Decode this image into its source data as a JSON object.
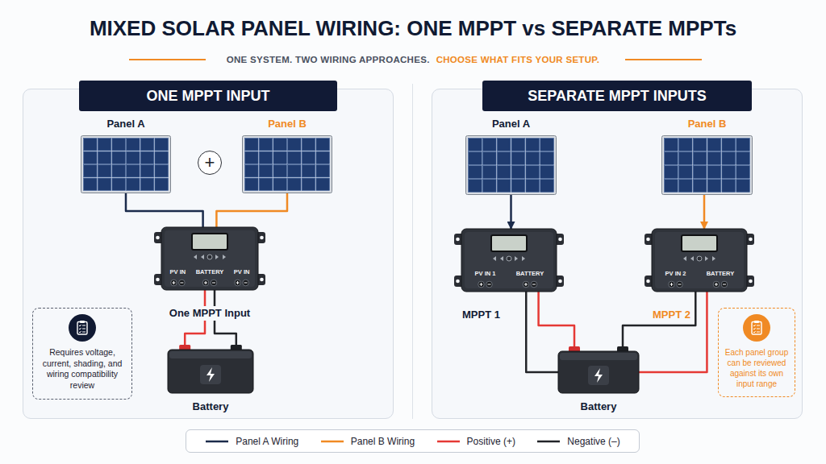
{
  "diagram": {
    "title": "MIXED SOLAR PANEL WIRING: ONE MPPT vs SEPARATE MPPTs",
    "caption": "ONE SYSTEM. TWO WIRING APPROACHES.",
    "nodes": [
      {
        "text": [
          "ONE MPPT INPUT"
        ]
      },
      {
        "text": [
          "Panel A"
        ],
        "in": 0
      },
      {
        "text": [
          "+"
        ],
        "in": 0
      },
      {
        "text": [
          "Panel B"
        ],
        "in": 0
      },
      {
        "text": [
          "PV IN",
          "BATTERY",
          "PV IN",
          "One MPPT Input"
        ],
        "in": 0
      },
      {
        "text": [
          "Requires voltage, current, shading, and wiring compatibility review"
        ],
        "in": 0
      },
      {
        "text": [
          "Battery"
        ],
        "in": 0
      },
      {
        "text": [
          "SEPARATE MPPT INPUTS"
        ]
      },
      {
        "text": [
          "Panel A"
        ],
        "in": 7
      },
      {
        "text": [
          "Panel B"
        ],
        "in": 7
      },
      {
        "text": [
          "PV IN 1",
          "BATTERY",
          "MPPT 1"
        ],
        "in": 7
      },
      {
        "text": [
          "PV IN 2",
          "BATTERY",
          "MPPT 2"
        ],
        "in": 7
      },
      {
        "text": [
          "Battery"
        ],
        "in": 7
      },
      {
        "text": [
          "Each panel group can be reviewed against its own input range"
        ],
        "in": 7
      }
    ],
    "edges": [
      {
        "from": 1,
        "to": 4,
        "arrow": "none"
      },
      {
        "from": 3,
        "to": 4,
        "arrow": "none"
      },
      {
        "from": 4,
        "to": 6,
        "arrow": "none"
      },
      {
        "from": 4,
        "to": 6,
        "arrow": "none"
      },
      {
        "from": 8,
        "to": 10,
        "arrow": "to"
      },
      {
        "from": 9,
        "to": 11,
        "arrow": "to"
      },
      {
        "from": 10,
        "to": 12,
        "arrow": "none"
      },
      {
        "from": 10,
        "to": 12,
        "arrow": "none"
      },
      {
        "from": 11,
        "to": 12,
        "arrow": "none"
      },
      {
        "from": 11,
        "to": 12,
        "arrow": "none"
      }
    ],
    "labels": [
      "CHOOSE WHAT FITS YOUR SETUP."
    ],
    "legend": [
      {
        "text": "Panel A Wiring"
      },
      {
        "text": "Panel B Wiring"
      },
      {
        "text": "Positive (+)"
      },
      {
        "text": "Negative (–)"
      }
    ]
  }
}
